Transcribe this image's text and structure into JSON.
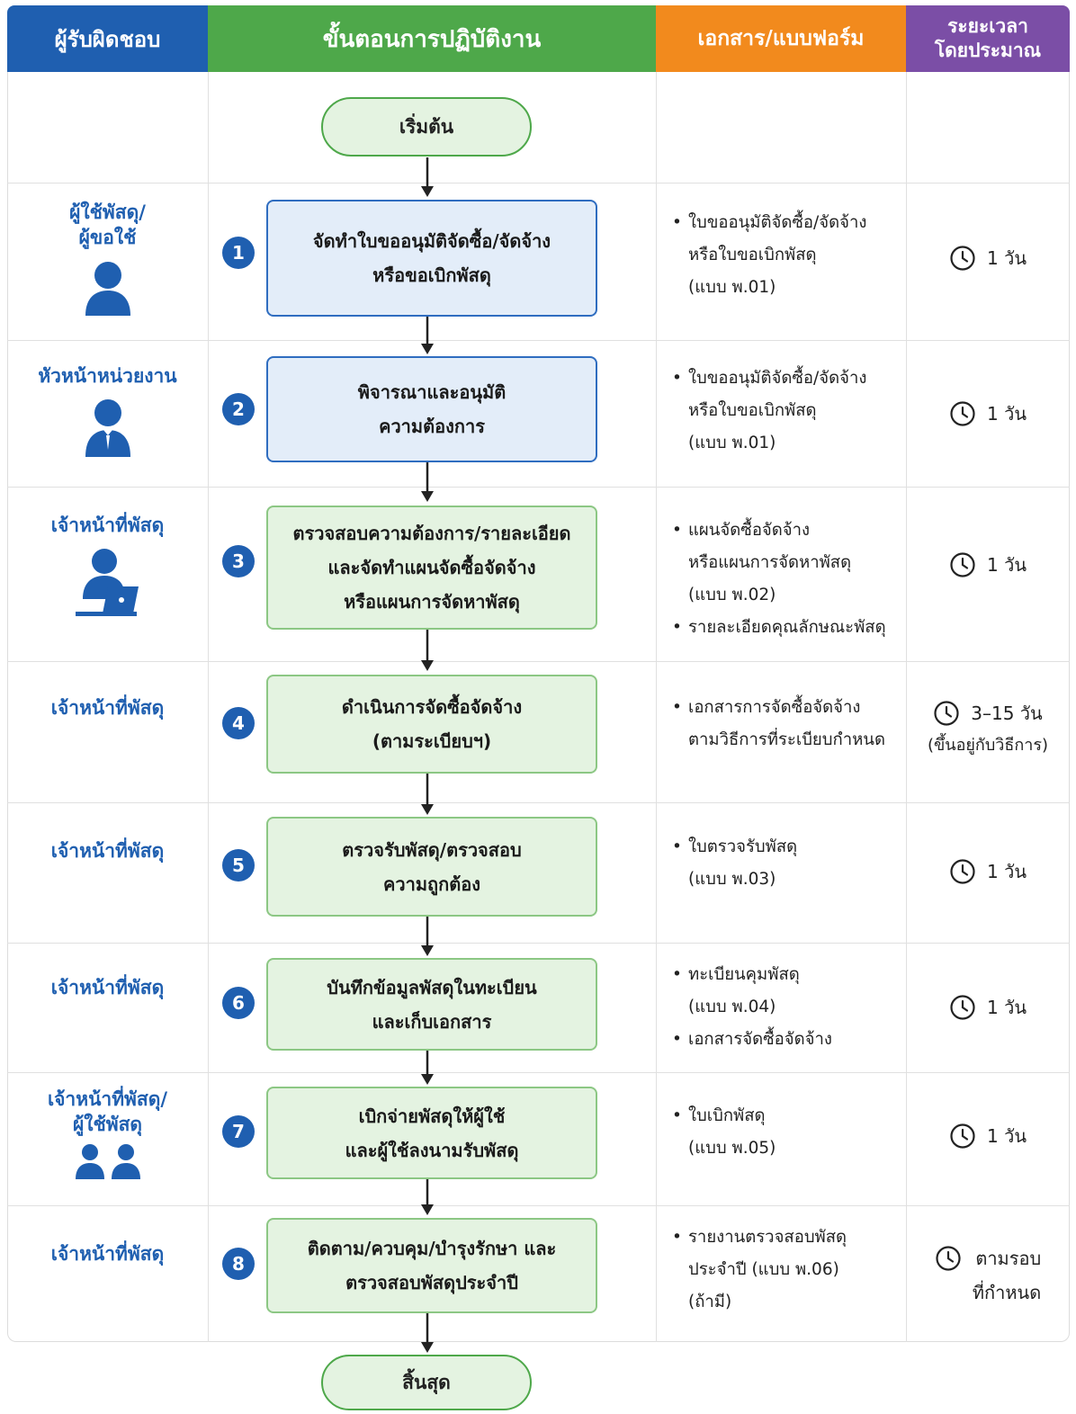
{
  "header": {
    "responsible": "ผู้รับผิดชอบ",
    "procedure": "ขั้นตอนการปฏิบัติงาน",
    "documents": "เอกสาร/แบบฟอร์ม",
    "duration_line1": "ระยะเวลา",
    "duration_line2": "โดยประมาณ"
  },
  "start_label": "เริ่มต้น",
  "end_label": "สิ้นสุด",
  "colors": {
    "blue": "#1f5fb0",
    "green": "#4ea84a",
    "orange": "#f28a1d",
    "purple": "#7b4ea6"
  },
  "steps": [
    {
      "number": "1",
      "responsible_lines": [
        "ผู้ใช้พัสดุ/",
        "ผู้ขอใช้"
      ],
      "icon": "person-icon",
      "box_lines": [
        "จัดทำใบขออนุมัติจัดซื้อ/จัดจ้าง",
        "หรือขอเบิกพัสดุ"
      ],
      "documents": [
        [
          "ใบขออนุมัติจัดซื้อ/จัดจ้าง",
          "หรือใบขอเบิกพัสดุ",
          "(แบบ พ.01)"
        ]
      ],
      "duration": "1 วัน"
    },
    {
      "number": "2",
      "responsible_lines": [
        "หัวหน้าหน่วยงาน"
      ],
      "icon": "manager-icon",
      "box_lines": [
        "พิจารณาและอนุมัติ",
        "ความต้องการ"
      ],
      "documents": [
        [
          "ใบขออนุมัติจัดซื้อ/จัดจ้าง",
          "หรือใบขอเบิกพัสดุ",
          "(แบบ พ.01)"
        ]
      ],
      "duration": "1 วัน"
    },
    {
      "number": "3",
      "responsible_lines": [
        "เจ้าหน้าที่พัสดุ"
      ],
      "icon": "officer-laptop-icon",
      "box_lines": [
        "ตรวจสอบความต้องการ/รายละเอียด",
        "และจัดทำแผนจัดซื้อจัดจ้าง",
        "หรือแผนการจัดหาพัสดุ"
      ],
      "documents": [
        [
          "แผนจัดซื้อจัดจ้าง",
          "หรือแผนการจัดหาพัสดุ",
          "(แบบ พ.02)"
        ],
        [
          "รายละเอียดคุณลักษณะพัสดุ"
        ]
      ],
      "duration": "1 วัน"
    },
    {
      "number": "4",
      "responsible_lines": [
        "เจ้าหน้าที่พัสดุ"
      ],
      "box_lines": [
        "ดำเนินการจัดซื้อจัดจ้าง",
        "(ตามระเบียบฯ)"
      ],
      "documents": [
        [
          "เอกสารการจัดซื้อจัดจ้าง",
          "ตามวิธีการที่ระเบียบกำหนด"
        ]
      ],
      "duration": "3–15 วัน",
      "duration_note": "(ขึ้นอยู่กับวิธีการ)"
    },
    {
      "number": "5",
      "responsible_lines": [
        "เจ้าหน้าที่พัสดุ"
      ],
      "box_lines": [
        "ตรวจรับพัสดุ/ตรวจสอบ",
        "ความถูกต้อง"
      ],
      "documents": [
        [
          "ใบตรวจรับพัสดุ",
          "(แบบ พ.03)"
        ]
      ],
      "duration": "1 วัน"
    },
    {
      "number": "6",
      "responsible_lines": [
        "เจ้าหน้าที่พัสดุ"
      ],
      "box_lines": [
        "บันทึกข้อมูลพัสดุในทะเบียน",
        "และเก็บเอกสาร"
      ],
      "documents": [
        [
          "ทะเบียนคุมพัสดุ",
          "(แบบ พ.04)"
        ],
        [
          "เอกสารจัดซื้อจัดจ้าง"
        ]
      ],
      "duration": "1 วัน"
    },
    {
      "number": "7",
      "responsible_lines": [
        "เจ้าหน้าที่พัสดุ/",
        "ผู้ใช้พัสดุ"
      ],
      "icon": "two-people-icon",
      "box_lines": [
        "เบิกจ่ายพัสดุให้ผู้ใช้",
        "และผู้ใช้ลงนามรับพัสดุ"
      ],
      "documents": [
        [
          "ใบเบิกพัสดุ",
          "(แบบ พ.05)"
        ]
      ],
      "duration": "1 วัน"
    },
    {
      "number": "8",
      "responsible_lines": [
        "เจ้าหน้าที่พัสดุ"
      ],
      "box_lines": [
        "ติดตาม/ควบคุม/บำรุงรักษา และ",
        "ตรวจสอบพัสดุประจำปี"
      ],
      "documents": [
        [
          "รายงานตรวจสอบพัสดุ",
          "ประจำปี (แบบ พ.06)",
          "(ถ้ามี)"
        ]
      ],
      "duration_lines": [
        "ตามรอบ",
        "ที่กำหนด"
      ]
    }
  ]
}
